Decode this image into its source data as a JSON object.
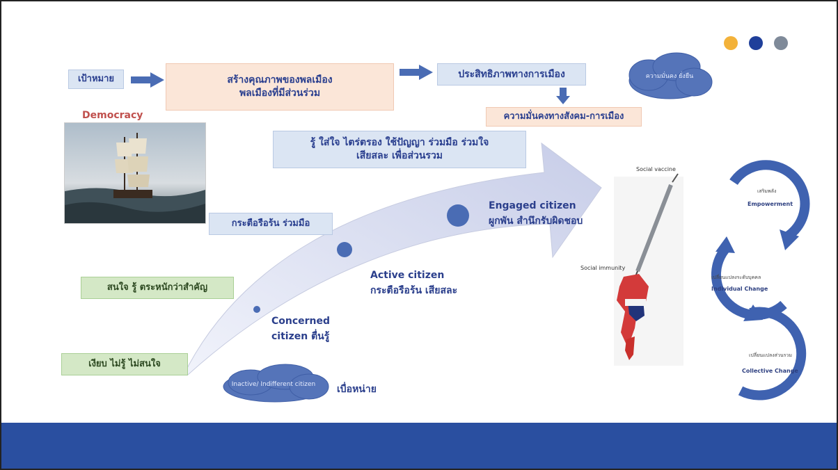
{
  "top_row": {
    "goal": "เป้าหมาย",
    "goal_box_line1": "สร้างคุณภาพของพลเมือง",
    "goal_box_line2": "พลเมืองที่มีส่วนร่วม",
    "efficiency": "ประสิทธิภาพทางการเมือง",
    "stability": "ความมั่นคงทางสังคม-การเมือง"
  },
  "clouds": {
    "top": "ความมั่นคง ยั่งยืน",
    "inactive": "Inactive/ Indifferent citizen"
  },
  "democracy": {
    "title": "Democracy"
  },
  "virtues": {
    "line1": "รู้ ใส่ใจ ไตร่ตรอง ใช้ปัญญา ร่วมมือ ร่วมใจ",
    "line2": "เสียสละ เพื่อส่วนรวม"
  },
  "side_labels": {
    "enthusiastic": "กระตือรือร้น ร่วมมือ",
    "aware": "สนใจ รู้ ตระหนักว่าสำคัญ",
    "apathetic": "เงียบ ไม่รู้ ไม่สนใจ"
  },
  "stages": {
    "engaged_line1": "Engaged citizen",
    "engaged_line2": "ผูกพัน สำนึกรับผิดชอบ",
    "active_line1": "Active citizen",
    "active_line2": "กระตือรือร้น เสียสละ",
    "concerned_line1": "Concerned",
    "concerned_line2": "citizen ตื่นรู้",
    "bored": "เบื่อหน่าย"
  },
  "illustration": {
    "social_vaccine": "Social vaccine",
    "social_immunity": "Social immunity"
  },
  "cycle": {
    "empowerment_th": "เสริมพลัง",
    "empowerment_en": "Empowerment",
    "individual_th": "เปลี่ยนแปลงระดับบุคคล",
    "individual_en": "Individual Change",
    "collective_th": "เปลี่ยนแปลงส่วนรวม",
    "collective_en": "Collective Change"
  },
  "colors": {
    "accent_blue": "#2a4fa0",
    "dot_yellow": "#f3b23a",
    "dot_blue": "#1f3f9a",
    "dot_gray": "#7f8a99",
    "democracy_red": "#c0504d"
  }
}
